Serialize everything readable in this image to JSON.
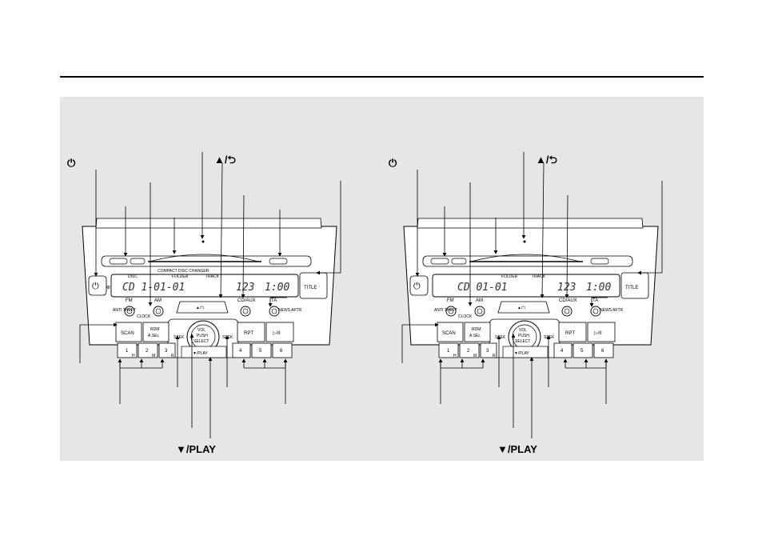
{
  "unit": {
    "power_symbol": "⏻",
    "eject_label": "▲/⮌",
    "play_label": "▼/PLAY",
    "title_label": "TITLE",
    "fm": "FM",
    "am": "AM",
    "cd_aux": "CD/AUX",
    "ta": "TA",
    "anti_theft": "ANTI THEFT",
    "clock": "CLOCK",
    "scan": "SCAN",
    "rdm": "RDM",
    "asel": "A.SEL",
    "seek": "SEEK",
    "vol": "VOL",
    "push": "PUSH",
    "select": "SELECT",
    "rpt": "RPT",
    "play_pause": "▷/II",
    "news_info": "NEWS AFTR",
    "preset_1": "1",
    "preset_2": "2",
    "preset_3": "3",
    "preset_4": "4",
    "preset_5": "5",
    "preset_6": "6",
    "sub_h": "H",
    "sub_m": "M",
    "sub_r": "R",
    "play_small": "▼/PLAY",
    "eject_small": "▲/⮌"
  },
  "left_unit": {
    "changer_label": "COMPACT DISC CHANGER",
    "disc": "DISC",
    "folder": "FOLDER",
    "track": "TRACK",
    "display_main": "CD 1-01-01",
    "display_num": "123",
    "display_time": "1:00"
  },
  "right_unit": {
    "folder": "FOLDER",
    "track": "TRACK",
    "display_main": "CD  01-01",
    "display_num": "123",
    "display_time": "1:00"
  }
}
